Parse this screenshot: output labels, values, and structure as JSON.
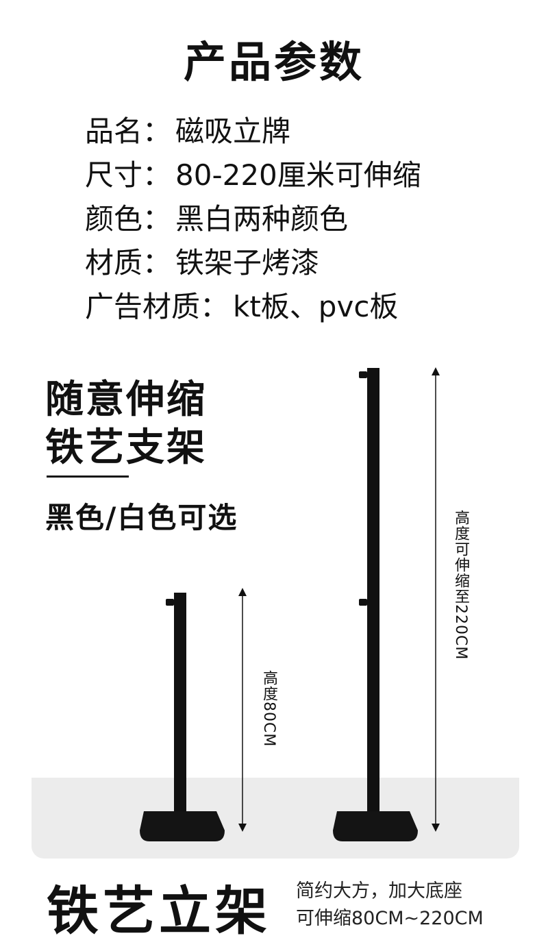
{
  "header": {
    "title": "产品参数"
  },
  "specs": [
    {
      "label": "品名：",
      "value": "磁吸立牌"
    },
    {
      "label": "尺寸：",
      "value": "80-220厘米可伸缩"
    },
    {
      "label": "颜色：",
      "value": "黑白两种颜色"
    },
    {
      "label": "材质：",
      "value": "铁架子烤漆"
    },
    {
      "label": "广告材质：",
      "value": "kt板、pvc板"
    }
  ],
  "feature": {
    "line1": "随意伸缩",
    "line2": "铁艺支架",
    "colors": "黑色/白色可选"
  },
  "stands": {
    "short_label": "高度80CM",
    "tall_label": "高度可伸缩至220CM",
    "color": "#111111"
  },
  "footer": {
    "title": "铁艺立架",
    "sub1": "简约大方，加大底座",
    "sub2": "可伸缩80CM~220CM"
  }
}
